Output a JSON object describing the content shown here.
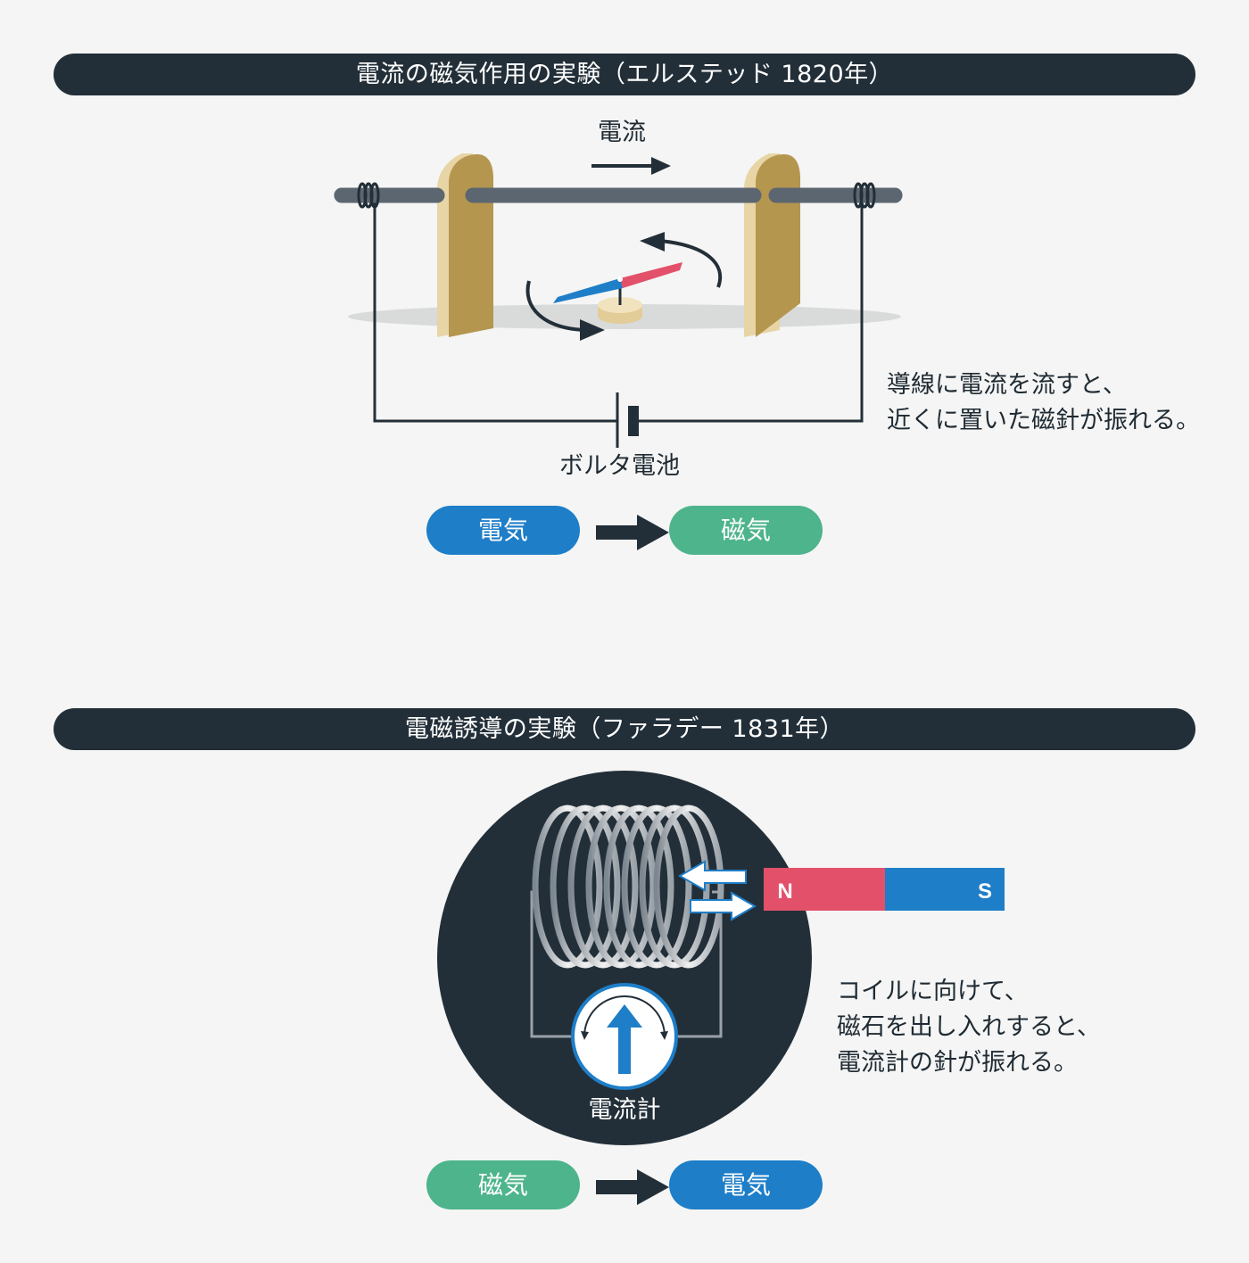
{
  "colors": {
    "banner_bg": "#232f38",
    "background": "#f4f5f4",
    "electricity_blue": "#1e7ec8",
    "magnetism_green": "#4db48c",
    "magnet_n_red": "#e35069",
    "magnet_s_blue": "#1e7ec8",
    "wood": "#b5964f"
  },
  "section1": {
    "title": "電流の磁気作用の実験（エルステッド 1820年）",
    "current_label": "電流",
    "battery_label": "ボルタ電池",
    "note": [
      "導線に電流を流すと、",
      "近くに置いた磁針が振れる。"
    ],
    "flow": {
      "from": "電気",
      "to": "磁気"
    }
  },
  "section2": {
    "title": "電磁誘導の実験（ファラデー 1831年）",
    "magnet": {
      "n": "N",
      "s": "S"
    },
    "meter_label": "電流計",
    "note": [
      "コイルに向けて、",
      "磁石を出し入れすると、",
      "電流計の針が振れる。"
    ],
    "flow": {
      "from": "磁気",
      "to": "電気"
    }
  },
  "icons": [
    "right-arrow-icon",
    "rotation-arrow-icon",
    "compass-needle-icon",
    "battery-icon",
    "coil-icon",
    "magnet-icon",
    "galvanometer-icon"
  ]
}
